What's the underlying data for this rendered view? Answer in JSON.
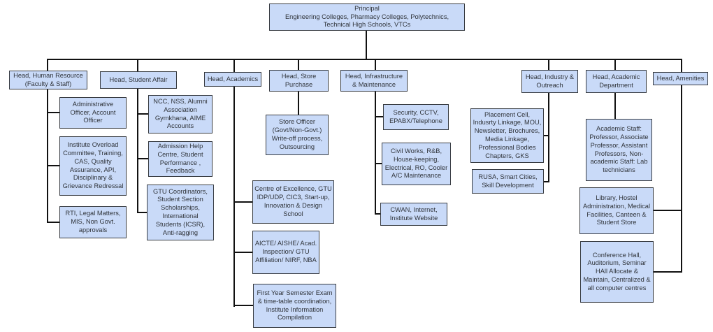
{
  "org_chart": {
    "root": {
      "title": "Principal",
      "subtitle": "Engineering Colleges, Pharmacy Colleges, Polytechnics,\nTechnical High Schools, VTCs"
    },
    "branches": [
      {
        "head": "Head, Human Resource (Faculty & Staff)",
        "children": [
          "Administrative Officer, Account Officer",
          "Institute Overload Committee, Training, CAS, Quality Assurance, API, Disciplinary & Grievance Redressal",
          "RTI, Legal Matters, MIS, Non Govt. approvals"
        ]
      },
      {
        "head": "Head, Student Affair",
        "children": [
          "NCC, NSS, Alumni Association Gymkhana, AIME Accounts",
          "Admission Help Centre, Student Performance , Feedback",
          "GTU Coordinators, Student Section Scholarships, International Students (ICSR), Anti-ragging"
        ]
      },
      {
        "head": "Head, Academics",
        "children": [
          "Centre of Excellence, GTU IDP/UDP, CIC3, Start-up, Innovation & Design School",
          "AICTE/ AISHE/ Acad. Inspection/ GTU Affiliation/ NIRF, NBA",
          "First Year Semester Exam & time-table coordination, Institute Information Compilation"
        ]
      },
      {
        "head": "Head, Store Purchase",
        "children": [
          "Store Officer (Govt/Non-Govt.) Write-off process, Outsourcing"
        ]
      },
      {
        "head": "Head, Infrastructure & Maintenance",
        "children": [
          "Security, CCTV, EPABX/Telephone",
          "Civil Works, R&B, House-keeping, Electrical, RO, Cooler A/C Maintenance",
          "CWAN, Internet, Institute Website"
        ]
      },
      {
        "head": "Head, Industry & Outreach",
        "children": [
          "Placement Cell, Indusrty Linkage, MOU, Newsletter, Brochures, Media Linkage, Professional Bodies Chapters, GKS",
          "RUSA, Smart Cities, Skill Development"
        ]
      },
      {
        "head": "Head, Academic Department",
        "children": [
          "Academic Staff: Professor, Associate Professor, Assistant Professors, Non-academic Staff: Lab technicians"
        ]
      },
      {
        "head": "Head, Amenities",
        "children": [
          "Library, Hostel Administration, Medical Facilities, Canteen & Student Store",
          "Conference Hall, Auditorium, Seminar HAll Allocate & Maintain, Centralized & all computer centres"
        ]
      }
    ],
    "colors": {
      "box_fill": "#c9daf8",
      "box_border": "#383c42",
      "line": "#111111",
      "text": "#30343a"
    }
  }
}
